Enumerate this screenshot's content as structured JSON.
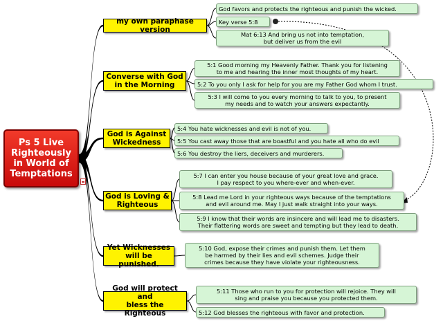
{
  "central": {
    "label": "Ps 5 Live\nRighteously\nin World of\nTemptations"
  },
  "branches": [
    {
      "label": "my own paraphase version",
      "leaves": [
        "God favors and protects the righteous and punish the wicked.",
        "Key verse 5:8",
        "Mat 6:13  And bring us not into temptation,\nbut deliver us from the evil"
      ]
    },
    {
      "label": "Converse with God\nin the Morning",
      "leaves": [
        "5:1 Good morning my Heavenly Father. Thank you for listening\nto me and hearing the inner most thoughts of my heart.",
        "5:2 To you only I ask for help for you are my Father God whom I trust.",
        "5:3 I will come to you every morning to talk to you, to present\nmy needs and to watch your answers expectantly."
      ]
    },
    {
      "label": "God is Against\nWickedness",
      "leaves": [
        "5:4 You hate wicknesses and evil is not of you.",
        "5:5 You cast away those that are boastful and you hate all who do evil",
        "5:6 You destroy the liers, deceivers and murderers."
      ]
    },
    {
      "label": "God is Loving &\nRighteous",
      "leaves": [
        "5:7 I can enter you house because of your great love and grace.\nI pay respect to you where-ever and when-ever.",
        "5:8 Lead me Lord in your righteous ways because of the temptations\nand evil around me. May I just walk straight into your ways.",
        "5:9 I know that their words are insincere and will lead me to disasters.\nTheir flattering words are sweet and tempting but they lead to death."
      ]
    },
    {
      "label": "Yet Wicknesses\nwill be punished.",
      "leaves": [
        "5:10 God, expose their crimes and punish them. Let them\nbe harmed by their lies and evil schemes. Judge their\ncrimes because they have violate your righteousness."
      ]
    },
    {
      "label": "God will protect and\nbless the Righteous",
      "leaves": [
        "5:11 Those who run to you for protection will rejoice. They will\nsing and praise you because you protected them.",
        "5:12 God blesses the righteous with favor and protection."
      ]
    }
  ],
  "colors": {
    "central": "#dd1a1a",
    "branch": "#fff300",
    "leaf": "#d6f5d6",
    "link": "#000000"
  }
}
